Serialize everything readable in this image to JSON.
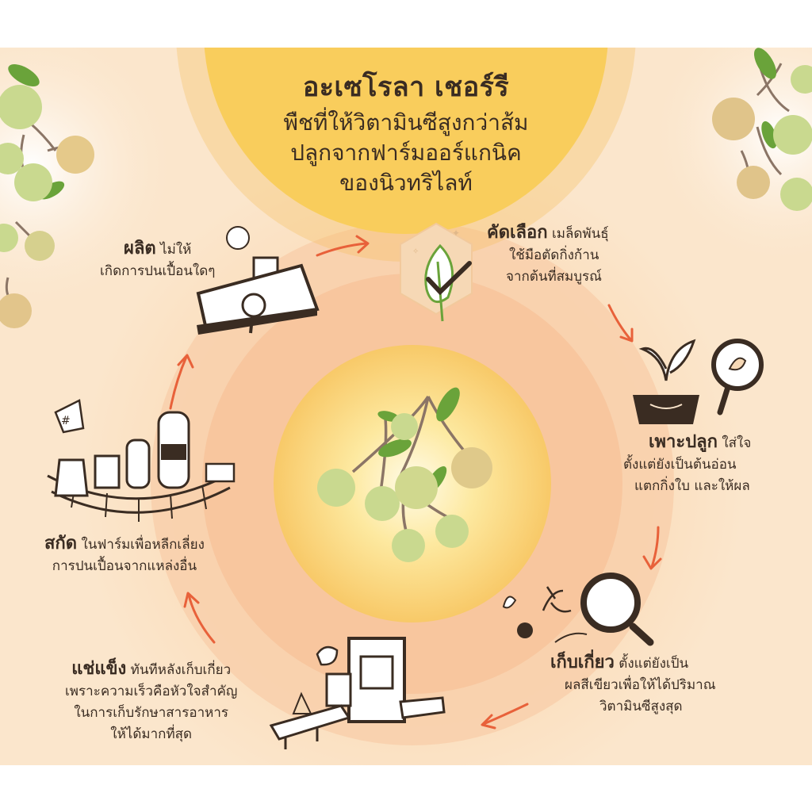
{
  "title": {
    "main": "อะเซโรลา เชอร์รี",
    "line1": "พืชที่ให้วิตามินซีสูงกว่าส้ม",
    "line2": "ปลูกจากฟาร์มออร์แกนิค",
    "line3": "ของนิวทริไลท์"
  },
  "steps": {
    "select": {
      "head": "คัดเลือก",
      "rest": " เมล็ดพันธุ์",
      "line2": "ใช้มือตัดกิ่งก้าน",
      "line3": "จากต้นที่สมบูรณ์"
    },
    "plant": {
      "head": "เพาะปลูก",
      "rest": " ใส่ใจ",
      "line2": "ตั้งแต่ยังเป็นต้นอ่อน",
      "line3": "แตกกิ่งใบ และให้ผล"
    },
    "harvest": {
      "head": "เก็บเกี่ยว",
      "rest": " ตั้งแต่ยังเป็น",
      "line2": "ผลสีเขียวเพื่อให้ได้ปริมาณ",
      "line3": "วิตามินซีสูงสุด"
    },
    "freeze": {
      "head": "แช่แข็ง",
      "rest": " ทันทีหลังเก็บเกี่ยว",
      "line2": "เพราะความเร็วคือหัวใจสำคัญ",
      "line3": "ในการเก็บรักษาสารอาหาร",
      "line4": "ให้ได้มากที่สุด"
    },
    "extract": {
      "head": "สกัด",
      "rest": " ในฟาร์มเพื่อหลีกเลี่ยง",
      "line2": "การปนเปื้อนจากแหล่งอื่น"
    },
    "produce": {
      "head": "ผลิต",
      "rest": " ไม่ให้",
      "line2": "เกิดการปนเปื้อนใดๆ"
    }
  },
  "colors": {
    "background": "#fbe6cc",
    "title_circle": "#f9cd5c",
    "arrow": "#e8613a",
    "cherry": "#c9d98f",
    "leaf": "#6aa33a",
    "ink": "#3a2c22"
  },
  "icons": [
    "leaf-check-icon",
    "seedling-icon",
    "magnifier-icon",
    "freezer-conveyor-icon",
    "extraction-tanks-icon",
    "factory-machine-icon",
    "cherry-cluster-icon"
  ]
}
